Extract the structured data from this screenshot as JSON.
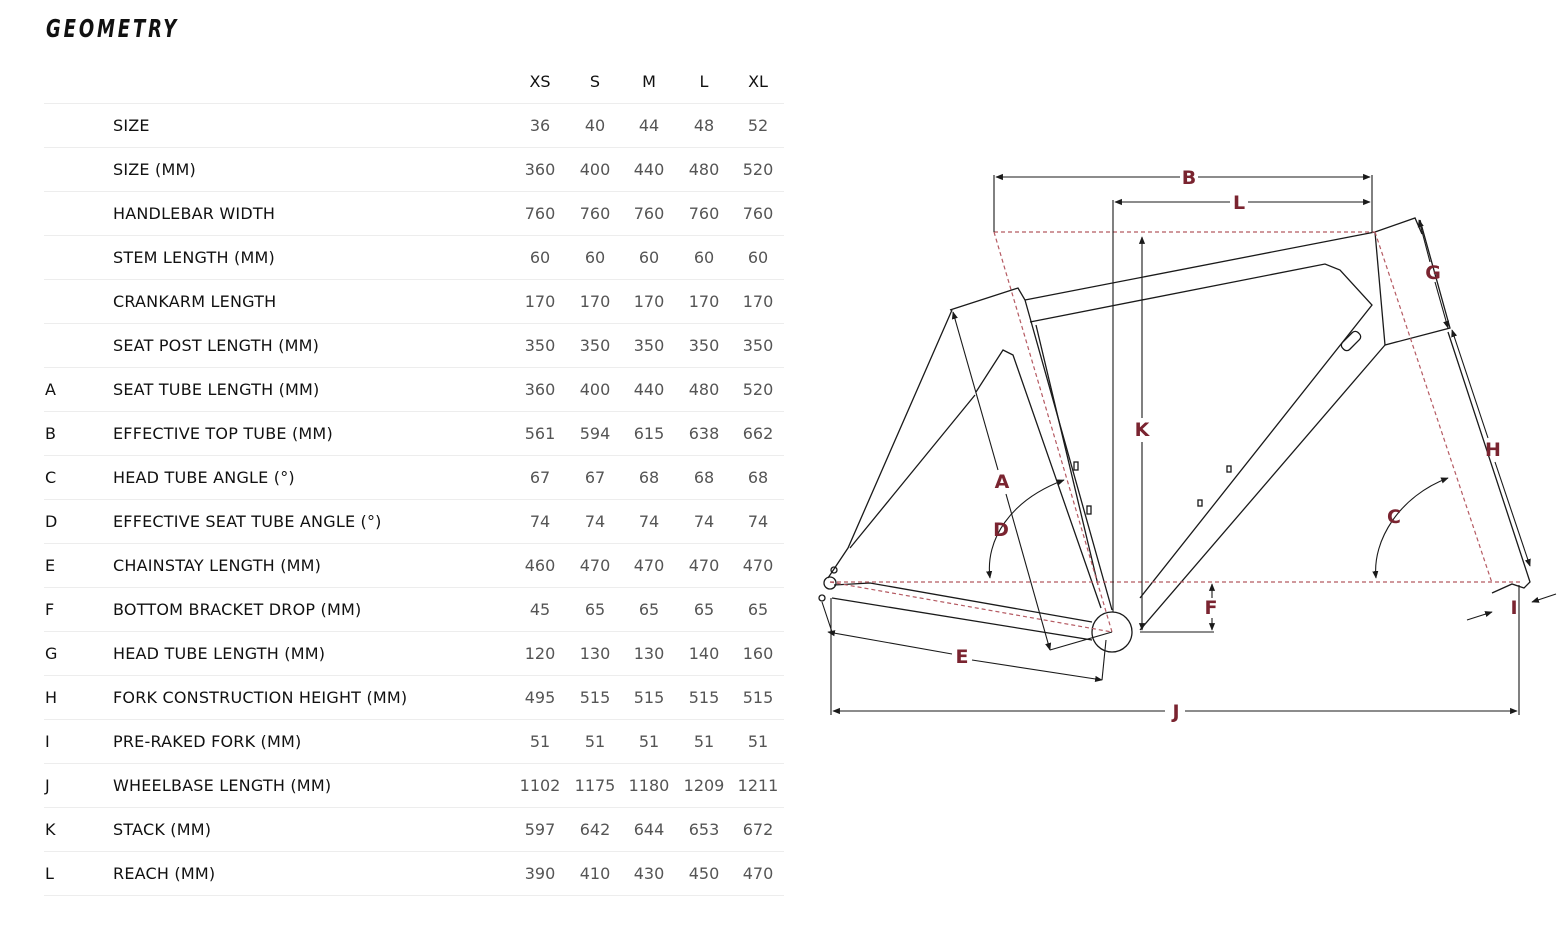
{
  "title": "GEOMETRY",
  "columns": [
    "XS",
    "S",
    "M",
    "L",
    "XL"
  ],
  "rows": [
    {
      "letter": "",
      "label": "SIZE",
      "values": [
        "36",
        "40",
        "44",
        "48",
        "52"
      ]
    },
    {
      "letter": "",
      "label": "SIZE (MM)",
      "values": [
        "360",
        "400",
        "440",
        "480",
        "520"
      ]
    },
    {
      "letter": "",
      "label": "HANDLEBAR WIDTH",
      "values": [
        "760",
        "760",
        "760",
        "760",
        "760"
      ]
    },
    {
      "letter": "",
      "label": "STEM LENGTH (MM)",
      "values": [
        "60",
        "60",
        "60",
        "60",
        "60"
      ]
    },
    {
      "letter": "",
      "label": "CRANKARM LENGTH",
      "values": [
        "170",
        "170",
        "170",
        "170",
        "170"
      ]
    },
    {
      "letter": "",
      "label": "SEAT POST LENGTH (MM)",
      "values": [
        "350",
        "350",
        "350",
        "350",
        "350"
      ]
    },
    {
      "letter": "A",
      "label": "SEAT TUBE LENGTH (MM)",
      "values": [
        "360",
        "400",
        "440",
        "480",
        "520"
      ]
    },
    {
      "letter": "B",
      "label": "EFFECTIVE TOP TUBE (MM)",
      "values": [
        "561",
        "594",
        "615",
        "638",
        "662"
      ]
    },
    {
      "letter": "C",
      "label": "HEAD TUBE ANGLE (°)",
      "values": [
        "67",
        "67",
        "68",
        "68",
        "68"
      ]
    },
    {
      "letter": "D",
      "label": "EFFECTIVE SEAT TUBE ANGLE (°)",
      "values": [
        "74",
        "74",
        "74",
        "74",
        "74"
      ]
    },
    {
      "letter": "E",
      "label": "CHAINSTAY LENGTH (MM)",
      "values": [
        "460",
        "470",
        "470",
        "470",
        "470"
      ]
    },
    {
      "letter": "F",
      "label": "BOTTOM BRACKET DROP (MM)",
      "values": [
        "45",
        "65",
        "65",
        "65",
        "65"
      ]
    },
    {
      "letter": "G",
      "label": "HEAD TUBE LENGTH (MM)",
      "values": [
        "120",
        "130",
        "130",
        "140",
        "160"
      ]
    },
    {
      "letter": "H",
      "label": "FORK CONSTRUCTION HEIGHT (MM)",
      "values": [
        "495",
        "515",
        "515",
        "515",
        "515"
      ]
    },
    {
      "letter": "I",
      "label": "PRE-RAKED FORK (MM)",
      "values": [
        "51",
        "51",
        "51",
        "51",
        "51"
      ]
    },
    {
      "letter": "J",
      "label": "WHEELBASE LENGTH (MM)",
      "values": [
        "1102",
        "1175",
        "1180",
        "1209",
        "1211"
      ]
    },
    {
      "letter": "K",
      "label": "STACK (MM)",
      "values": [
        "597",
        "642",
        "644",
        "653",
        "672"
      ]
    },
    {
      "letter": "L",
      "label": "REACH (MM)",
      "values": [
        "390",
        "410",
        "430",
        "450",
        "470"
      ]
    }
  ],
  "diagram": {
    "labels": {
      "A": "A",
      "B": "B",
      "C": "C",
      "D": "D",
      "E": "E",
      "F": "F",
      "G": "G",
      "H": "H",
      "I": "I",
      "J": "J",
      "K": "K",
      "L": "L"
    },
    "colors": {
      "line": "#1a1a1a",
      "accent": "#7a2430",
      "dashed": "#b55a62"
    }
  }
}
